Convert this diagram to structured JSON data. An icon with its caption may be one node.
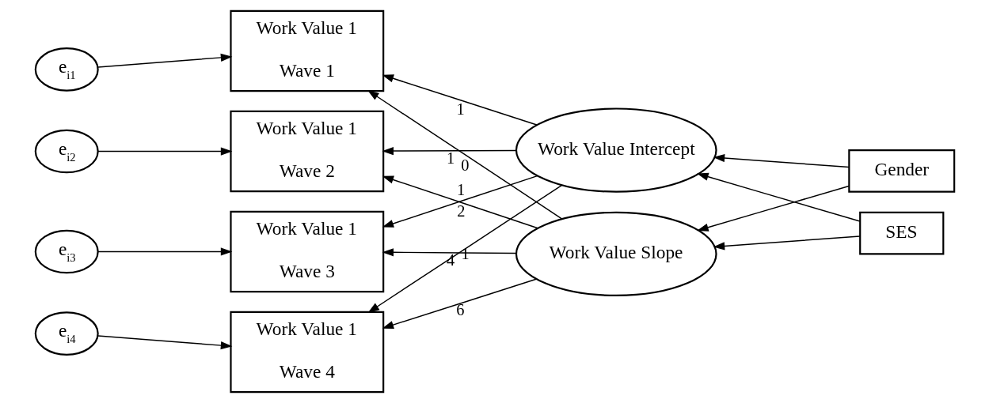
{
  "diagram": {
    "nodes": [
      {
        "text": [
          "e$_{i1}$"
        ]
      },
      {
        "text": [
          "Work Value 1",
          "Wave 1"
        ]
      },
      {
        "text": [
          "e$_{i2}$"
        ]
      },
      {
        "text": [
          "Work Value 1",
          "Wave 2"
        ]
      },
      {
        "text": [
          "e$_{i3}$"
        ]
      },
      {
        "text": [
          "Work Value 1",
          "Wave 3"
        ]
      },
      {
        "text": [
          "e$_{i4}$"
        ]
      },
      {
        "text": [
          "Work Value 1",
          "Wave 4"
        ]
      },
      {
        "text": [
          "Work Value Intercept"
        ]
      },
      {
        "text": [
          "Work Value Slope"
        ]
      },
      {
        "text": [
          "Gender"
        ]
      },
      {
        "text": [
          "SES"
        ]
      }
    ],
    "edges": [
      {
        "from": 0,
        "to": 1,
        "arrow": "to"
      },
      {
        "from": 2,
        "to": 3,
        "arrow": "to"
      },
      {
        "from": 4,
        "to": 5,
        "arrow": "to"
      },
      {
        "from": 6,
        "to": 7,
        "arrow": "to"
      },
      {
        "from": 8,
        "to": 1,
        "arrow": "to",
        "label": "1"
      },
      {
        "from": 8,
        "to": 3,
        "arrow": "to",
        "label": "1"
      },
      {
        "from": 8,
        "to": 5,
        "arrow": "to",
        "label": "1"
      },
      {
        "from": 8,
        "to": 7,
        "arrow": "to",
        "label": "1"
      },
      {
        "from": 9,
        "to": 1,
        "arrow": "to",
        "label": "0"
      },
      {
        "from": 9,
        "to": 3,
        "arrow": "to",
        "label": "2"
      },
      {
        "from": 9,
        "to": 5,
        "arrow": "to",
        "label": "4"
      },
      {
        "from": 9,
        "to": 7,
        "arrow": "to",
        "label": "6"
      },
      {
        "from": 10,
        "to": 8,
        "arrow": "to"
      },
      {
        "from": 10,
        "to": 9,
        "arrow": "to"
      },
      {
        "from": 11,
        "to": 8,
        "arrow": "to"
      },
      {
        "from": 11,
        "to": 9,
        "arrow": "to"
      }
    ]
  }
}
